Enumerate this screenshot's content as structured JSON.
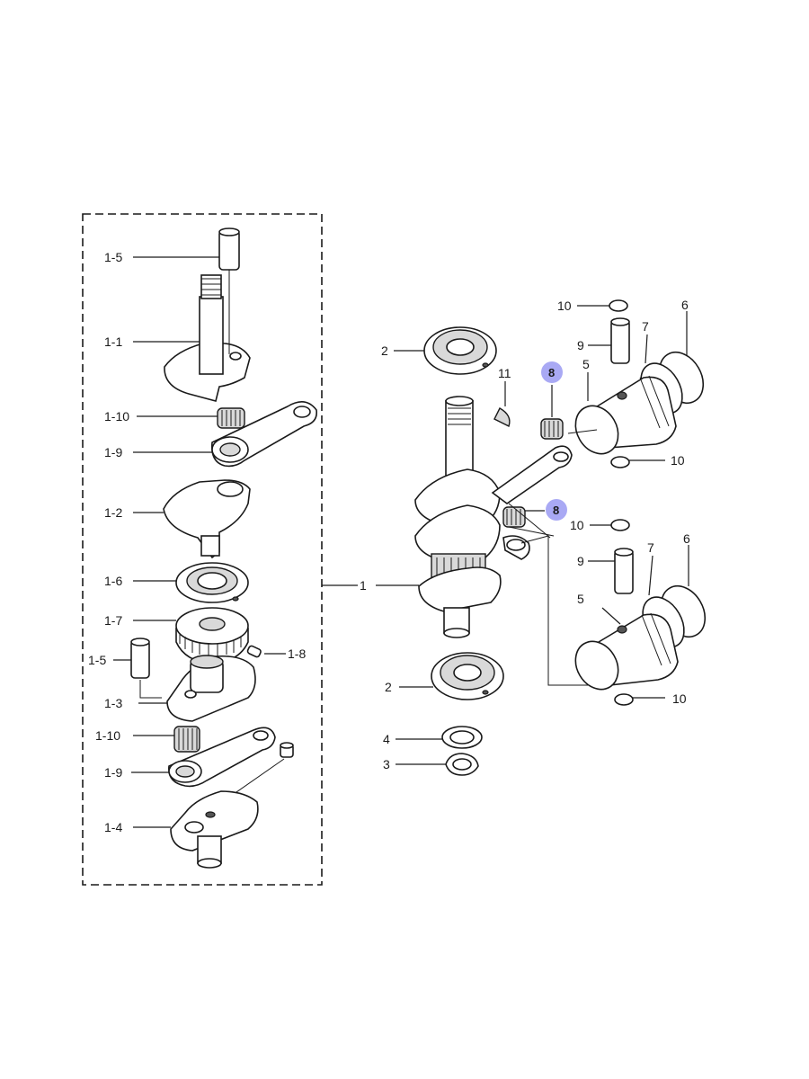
{
  "colors": {
    "line": "#1a1a1a",
    "highlight": "#8c8cf0",
    "background": "#ffffff"
  },
  "labels": {
    "l1_5a": "1-5",
    "l1_1": "1-1",
    "l1_10a": "1-10",
    "l1_9a": "1-9",
    "l1_2": "1-2",
    "l1_6": "1-6",
    "l1_7": "1-7",
    "l1_8": "1-8",
    "l1_5b": "1-5",
    "l1_3": "1-3",
    "l1_10b": "1-10",
    "l1_9b": "1-9",
    "l1_4": "1-4",
    "p1": "1",
    "p2a": "2",
    "p2b": "2",
    "p3": "3",
    "p4": "4",
    "p5a": "5",
    "p5b": "5",
    "p6a": "6",
    "p6b": "6",
    "p7a": "7",
    "p7b": "7",
    "p8a": "8",
    "p8b": "8",
    "p9a": "9",
    "p9b": "9",
    "p10a": "10",
    "p10b": "10",
    "p10c": "10",
    "p10d": "10",
    "p11": "11"
  }
}
